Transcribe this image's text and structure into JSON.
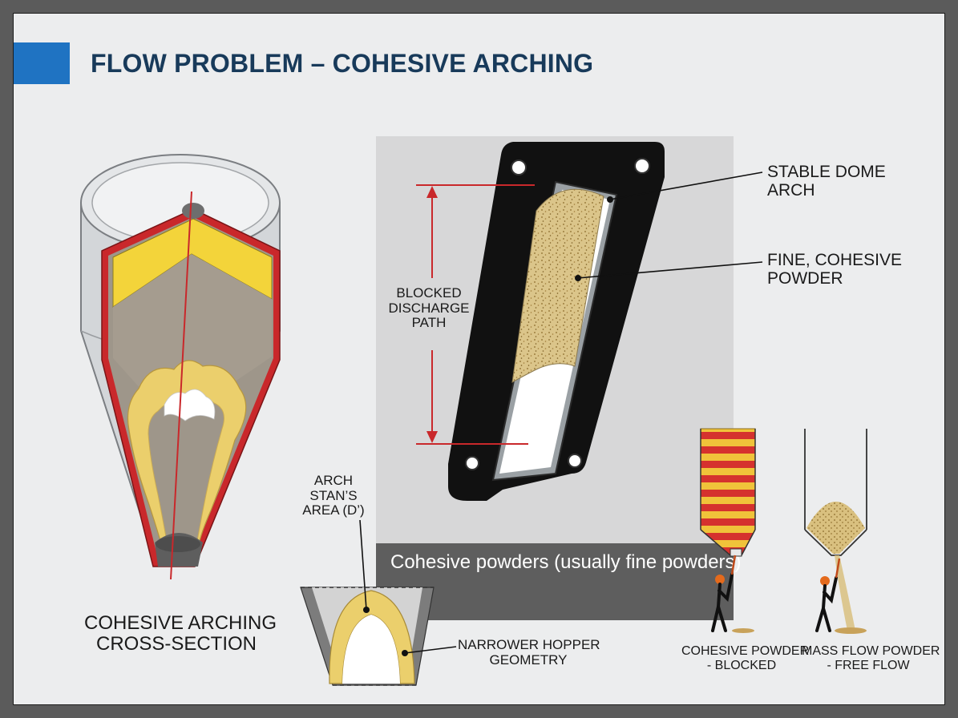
{
  "title": "FLOW PROBLEM – COHESIVE ARCHING",
  "caption": "Cohesive powders (usually fine powders)",
  "labels": {
    "cross_section": [
      "COHESIVE ARCHING",
      "CROSS-SECTION"
    ],
    "blocked_path": [
      "BLOCKED",
      "DISCHARGE",
      "PATH"
    ],
    "stable_dome": [
      "STABLE DOME",
      "ARCH"
    ],
    "fine_powder": [
      "FINE, COHESIVE",
      "POWDER"
    ],
    "arch_area": [
      "ARCH",
      "STAN’S",
      "AREA (D’)"
    ],
    "narrower_hopper": [
      "NARROWER HOPPER",
      "GEOMETRY"
    ],
    "cohesive_blocked": [
      "COHESIVE POWDER",
      "- BLOCKED"
    ],
    "mass_flow": [
      "MASS FLOW POWDER",
      "- FREE FLOW"
    ]
  },
  "colors": {
    "accent": "#1f73c2",
    "title": "#183a5a",
    "powder_yellow": "#f3d43a",
    "powder_beige": "#dbc58a",
    "arch_yellow": "#ebcf6c",
    "wall_red": "#c9262c",
    "caption_bar": "#5e5e5e"
  }
}
